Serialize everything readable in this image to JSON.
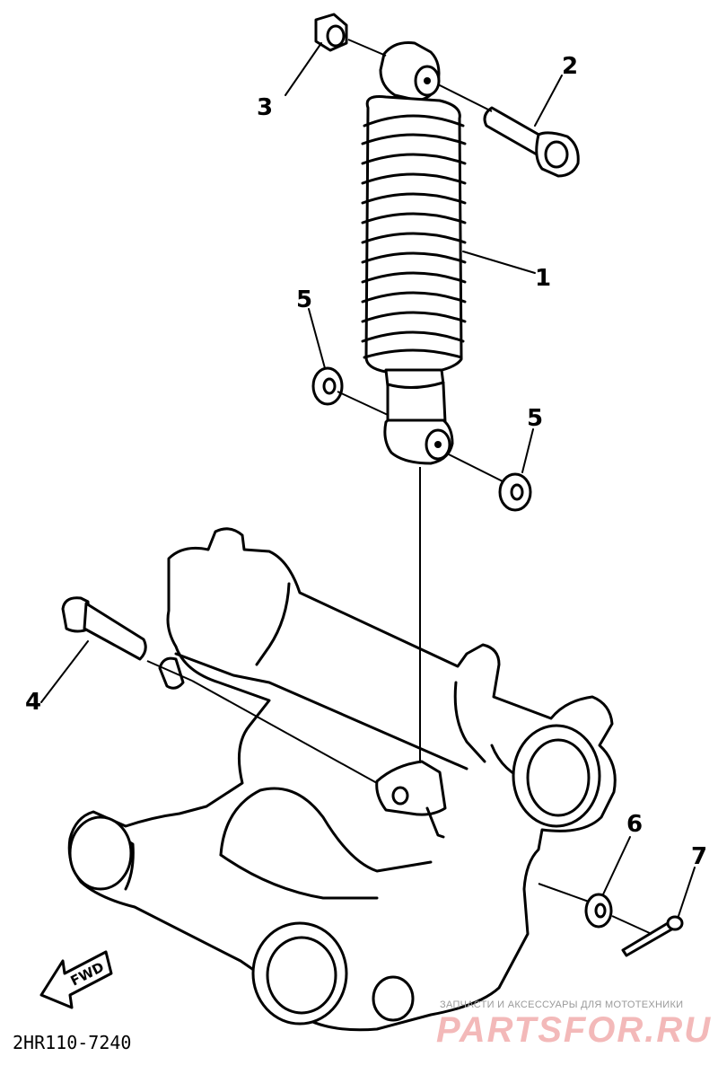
{
  "diagram": {
    "callouts": [
      {
        "id": "1",
        "label": "1"
      },
      {
        "id": "2",
        "label": "2"
      },
      {
        "id": "3",
        "label": "3"
      },
      {
        "id": "4",
        "label": "4"
      },
      {
        "id": "5a",
        "label": "5"
      },
      {
        "id": "5b",
        "label": "5"
      },
      {
        "id": "6",
        "label": "6"
      },
      {
        "id": "7",
        "label": "7"
      }
    ],
    "fwd_label": "FWD",
    "drawing_code": "2HR110-7240"
  },
  "watermark": {
    "tagline": "ЗАПЧАСТИ И АКСЕССУАРЫ ДЛЯ МОТОТЕХНИКИ",
    "brand": "PARTSFOR.RU",
    "color": "#f3b9b9"
  }
}
